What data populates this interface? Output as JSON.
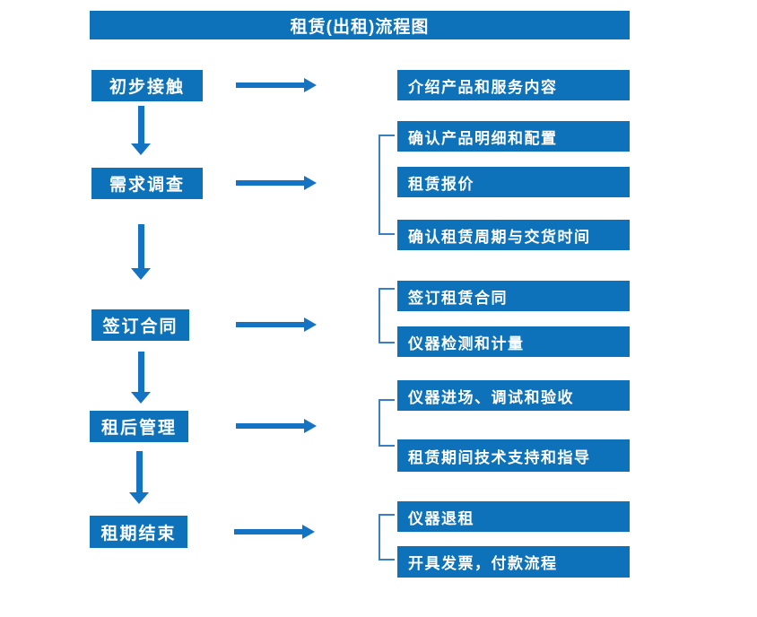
{
  "title": "租赁(出租)流程图",
  "colors": {
    "box": "#0d72b9",
    "arrow": "#1573c4",
    "bracket": "#3a7fc1",
    "text": "#ffffff"
  },
  "steps": [
    {
      "label": "初步接触",
      "outputs": [
        "介绍产品和服务内容"
      ]
    },
    {
      "label": "需求调查",
      "outputs": [
        "确认产品明细和配置",
        "租赁报价",
        "确认租赁周期与交货时间"
      ]
    },
    {
      "label": "签订合同",
      "outputs": [
        "签订租赁合同",
        "仪器检测和计量"
      ]
    },
    {
      "label": "租后管理",
      "outputs": [
        "仪器进场、调试和验收",
        "租赁期间技术支持和指导"
      ]
    },
    {
      "label": "租期结束",
      "outputs": [
        "仪器退租",
        "开具发票，付款流程"
      ]
    }
  ]
}
